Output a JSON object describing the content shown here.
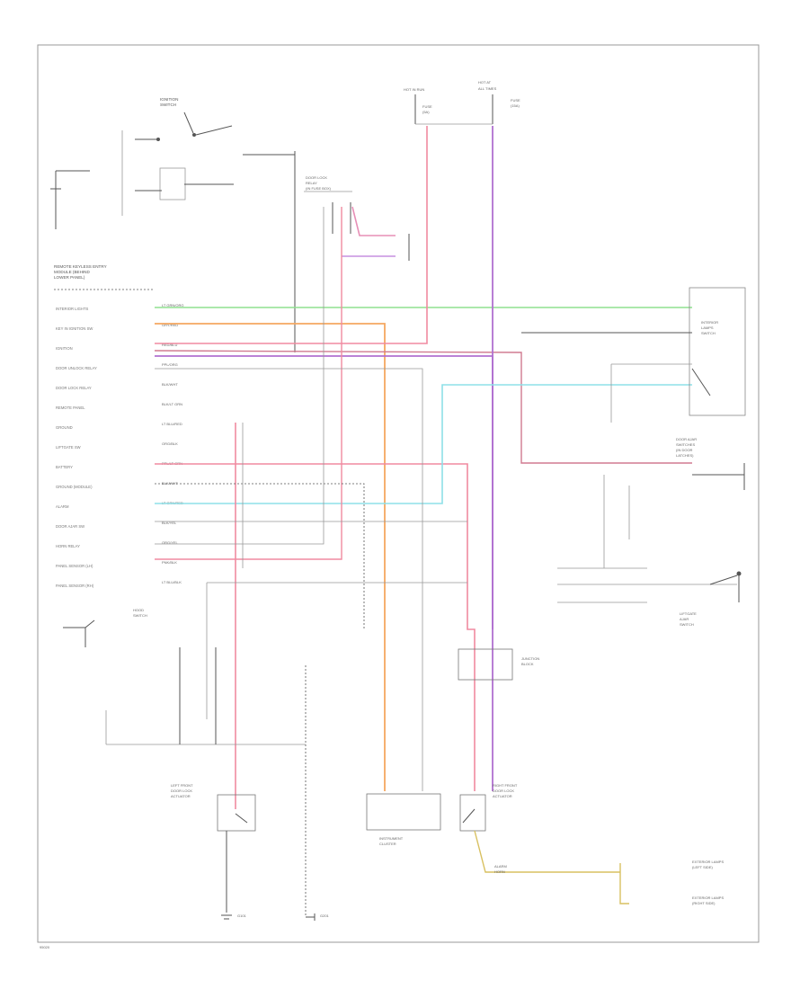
{
  "diagram": {
    "figure_id": "95020",
    "module_header": [
      "REMOTE KEYLESS ENTRY",
      "MODULE (BEHIND",
      "LOWER PANEL)"
    ],
    "top_labels": {
      "power_left": [
        "HOT IN RUN"
      ],
      "power_right": [
        "HOT AT",
        "ALL TIMES"
      ],
      "fuse_left": [
        "FUSE",
        "(5A)"
      ],
      "fuse_right": [
        "FUSE",
        "(15A)"
      ]
    },
    "module_pins": [
      "INTERIOR LIGHTS",
      "KEY IN IGNITION SW",
      "IGNITION",
      "DOOR UNLOCK RELAY",
      "DOOR LOCK RELAY",
      "REMOTE PANEL",
      "GROUND",
      "LIFTGATE SW",
      "BATTERY",
      "GROUND (MODULE)",
      "ALARM",
      "DOOR AJAR SW",
      "HORN RELAY",
      "PANEL SENSOR (LH)",
      "PANEL SENSOR (RH)"
    ],
    "wire_codes": [
      "LT GRN/ORG",
      "GRY/RED",
      "RED/BLU",
      "PPL/ORG",
      "BLK/WHT",
      "BLK/LT GRN",
      "LT BLU/RED",
      "ORG/BLK",
      "PPL/LT GRN",
      "BLK/WHT",
      "LT GRN/RED",
      "BLK/YEL",
      "ORG/YEL",
      "PNK/BLK",
      "LT BLU/BLK"
    ],
    "components": {
      "ignition_switch": [
        "IGNITION",
        "SWITCH"
      ],
      "relay_box": [
        "DOOR LOCK",
        "RELAY",
        "(IN FUSE BOX)"
      ],
      "interior_lights": [
        "INTERIOR",
        "LAMPS",
        "SWITCH"
      ],
      "door_ajar_switches": [
        "DOOR AJAR",
        "SWITCHES",
        "(IN DOOR",
        "LATCHES)"
      ],
      "alarm_horn": [
        "ALARM",
        "HORN"
      ],
      "left_front_door": [
        "LEFT FRONT",
        "DOOR LOCK",
        "ACTUATOR"
      ],
      "right_front_door": [
        "RIGHT FRONT",
        "DOOR LOCK",
        "ACTUATOR"
      ],
      "instrument_cluster": [
        "INSTRUMENT",
        "CLUSTER"
      ],
      "junction_block": [
        "JUNCTION",
        "BLOCK"
      ],
      "hood_switch": [
        "HOOD",
        "SWITCH"
      ],
      "liftgate_switch": [
        "LIFTGATE",
        "AJAR",
        "SWITCH"
      ],
      "ground_left": [
        "G101"
      ],
      "ground_right": [
        "G201"
      ],
      "exterior_lamps_1": [
        "EXTERIOR LAMPS",
        "(LEFT SIDE)"
      ],
      "exterior_lamps_2": [
        "EXTERIOR LAMPS",
        "(RIGHT SIDE)"
      ]
    }
  }
}
